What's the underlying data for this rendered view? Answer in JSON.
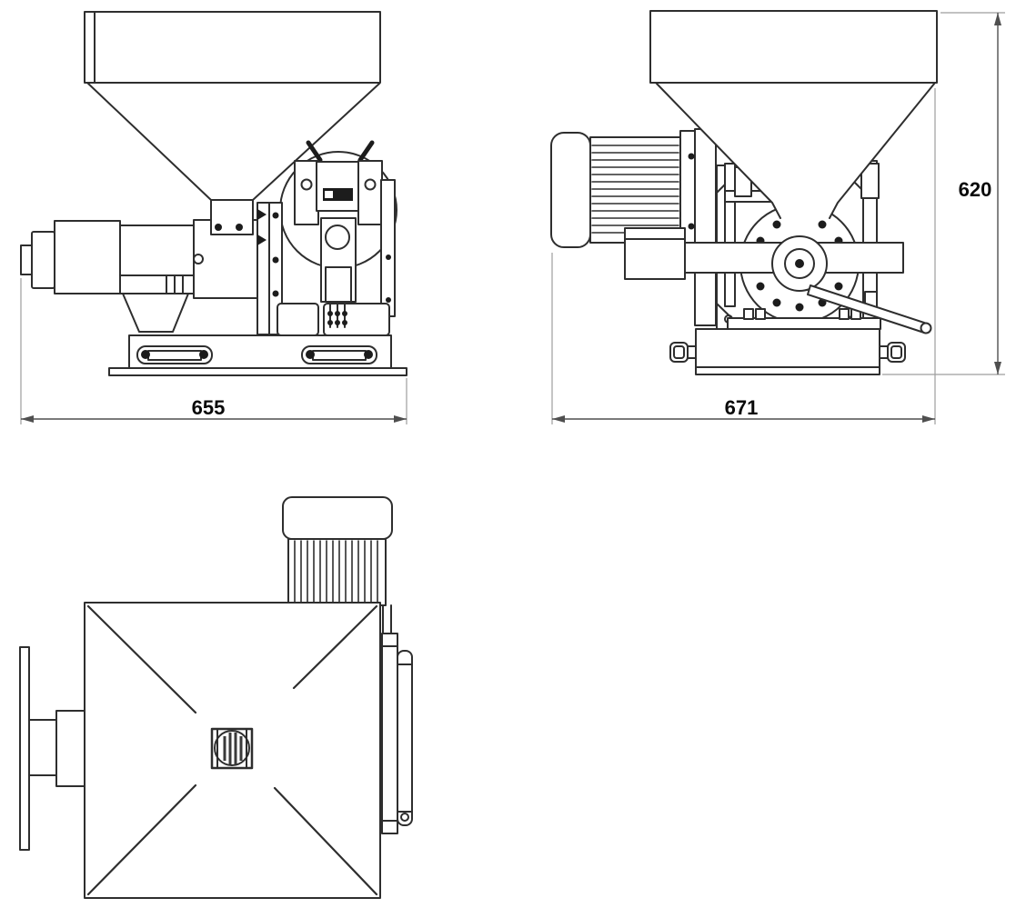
{
  "colors": {
    "background": "#ffffff",
    "line": "#2e2e2e",
    "dark_fill": "#1c1c1c",
    "dimension_line": "#4f4f4f",
    "extension_line": "#9e9e9e",
    "text": "#0a0a0a"
  },
  "dimensions": {
    "side_width": "655",
    "front_width": "671",
    "front_height": "620"
  }
}
